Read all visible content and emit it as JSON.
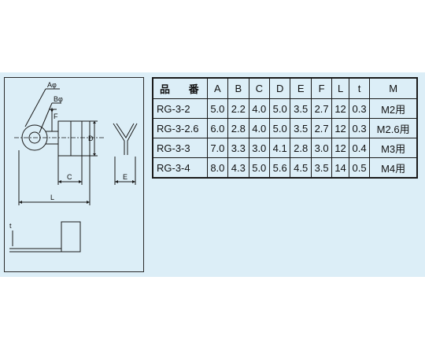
{
  "drawing": {
    "labels": {
      "a_phi": "Aφ",
      "b_phi": "Bφ",
      "f": "F",
      "d": "D",
      "c": "C",
      "e": "E",
      "l": "L",
      "t": "t"
    }
  },
  "table": {
    "headers": [
      "品 番",
      "A",
      "B",
      "C",
      "D",
      "E",
      "F",
      "L",
      "t",
      "M"
    ],
    "rows": [
      [
        "RG-3-2",
        "5.0",
        "2.2",
        "4.0",
        "5.0",
        "3.5",
        "2.7",
        "12",
        "0.3",
        "M2用"
      ],
      [
        "RG-3-2.6",
        "6.0",
        "2.8",
        "4.0",
        "5.0",
        "3.5",
        "2.7",
        "12",
        "0.3",
        "M2.6用"
      ],
      [
        "RG-3-3",
        "7.0",
        "3.3",
        "3.0",
        "4.1",
        "2.8",
        "3.0",
        "12",
        "0.4",
        "M3用"
      ],
      [
        "RG-3-4",
        "8.0",
        "4.3",
        "5.0",
        "5.6",
        "4.5",
        "3.5",
        "14",
        "0.5",
        "M4用"
      ]
    ]
  },
  "colors": {
    "panel_background": "#dceef7",
    "line": "#1a1a1a"
  }
}
